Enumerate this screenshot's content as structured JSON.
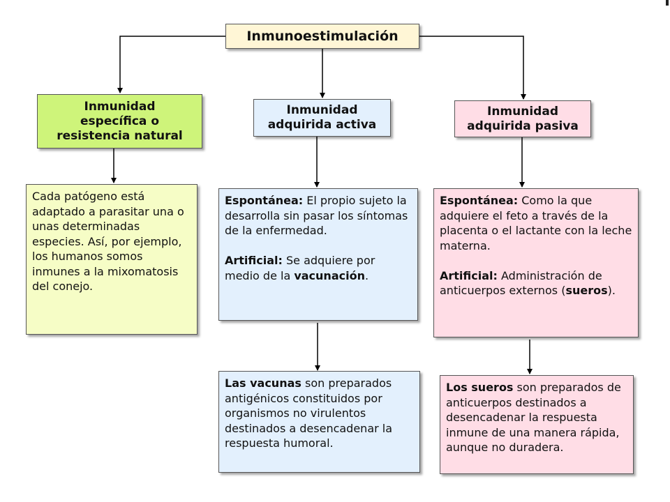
{
  "root": {
    "label": "Inmunoestimulación"
  },
  "colors": {
    "root_fill": "#fff6d6",
    "green_fill": "#cef47a",
    "green_light": "#f6fdc6",
    "blue_fill": "#e3f0fd",
    "pink_fill": "#ffdde6",
    "arrow": "#000000"
  },
  "branches": [
    {
      "title": "Inmunidad específica o resistencia natural",
      "description": "Cada patógeno está adaptado a parasitar una o unas determinadas especies. Así, por ejemplo, los humanos somos inmunes a la mixomatosis del conejo."
    },
    {
      "title": "Inmunidad adquirida activa",
      "spontaneous_term": "Espontánea:",
      "spontaneous_text": " El propio sujeto la desarrolla sin pasar los síntomas de la enfermedad.",
      "artificial_term": "Artificial:",
      "artificial_text": " Se adquiere por medio de la ",
      "artificial_bold": "vacunación",
      "artificial_end": ".",
      "detail_term": "Las vacunas",
      "detail_text": " son preparados antigénicos constituidos por organismos no virulentos destinados a desencadenar la respuesta humoral."
    },
    {
      "title": "Inmunidad adquirida pasiva",
      "spontaneous_term": "Espontánea:",
      "spontaneous_text": " Como la que adquiere el feto a través de la placenta o el lactante con la leche materna.",
      "artificial_term": "Artificial:",
      "artificial_text": " Administración de anticuerpos externos (",
      "artificial_bold": "sueros",
      "artificial_end": ").",
      "detail_term": "Los sueros",
      "detail_text": " son preparados de anticuerpos destinados a desencadenar la respuesta inmune de una manera rápida, aunque no duradera."
    }
  ]
}
